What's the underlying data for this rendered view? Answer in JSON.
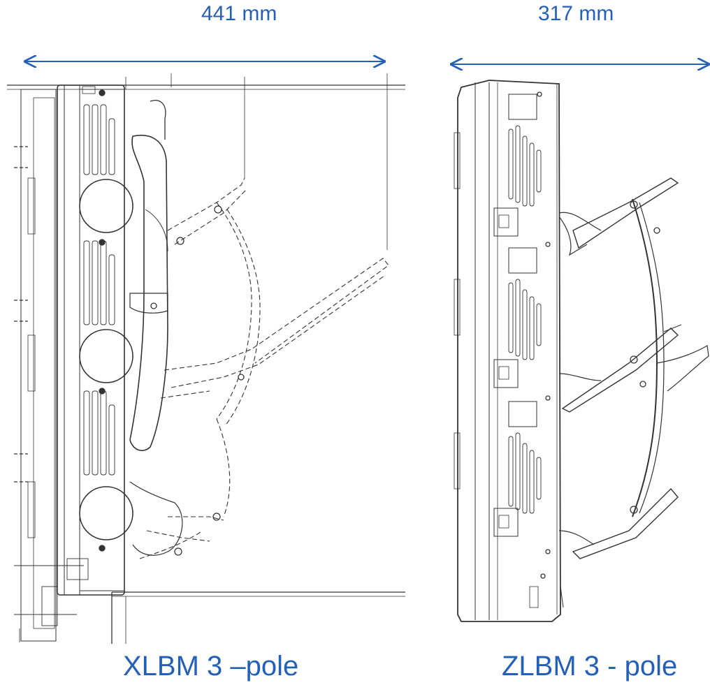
{
  "dimensions": {
    "left": "441 mm",
    "right": "317 mm"
  },
  "products": {
    "left": "XLBM 3 –pole",
    "right": "ZLBM 3 - pole"
  },
  "colors": {
    "annotation": "#2460b8",
    "line": "#333333"
  }
}
